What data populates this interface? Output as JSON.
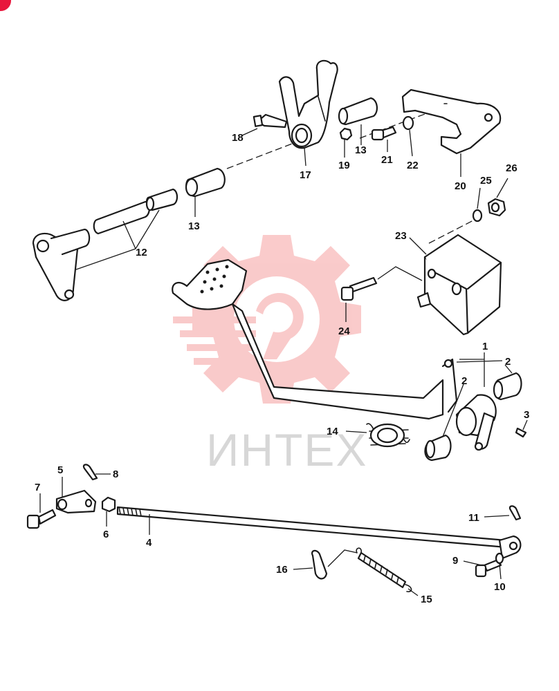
{
  "watermark": {
    "text": "ИНТЕХ",
    "color": "#f06a6a"
  },
  "badge_color": "#e8163c",
  "labels": {
    "l1": "1",
    "l2a": "2",
    "l2b": "2",
    "l3": "3",
    "l4": "4",
    "l5": "5",
    "l6": "6",
    "l7": "7",
    "l8": "8",
    "l9": "9",
    "l10": "10",
    "l11": "11",
    "l12": "12",
    "l13a": "13",
    "l13b": "13",
    "l14": "14",
    "l15": "15",
    "l16": "16",
    "l17": "17",
    "l18": "18",
    "l19": "19",
    "l20": "20",
    "l21": "21",
    "l22": "22",
    "l23": "23",
    "l24": "24",
    "l25": "25",
    "l26": "26"
  }
}
